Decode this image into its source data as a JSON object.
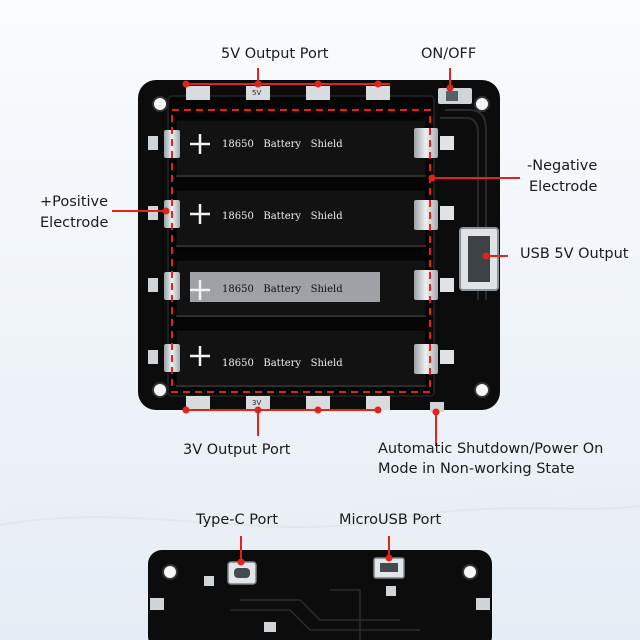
{
  "labels": {
    "output_5v": "5V Output Port",
    "on_off": "ON/OFF",
    "negative_line1": "-Negative",
    "negative_line2": "Electrode",
    "positive_line1": "+Positive",
    "positive_line2": "Electrode",
    "usb_5v": "USB 5V Output",
    "output_3v": "3V Output Port",
    "auto_line1": "Automatic Shutdown/Power On",
    "auto_line2": "Mode in Non-working State",
    "type_c": "Type-C Port",
    "micro_usb": "MicroUSB Port"
  },
  "board": {
    "cells": [
      {
        "brand": "18650",
        "word1": "Battery",
        "word2": "Shield"
      },
      {
        "brand": "18650",
        "word1": "Battery",
        "word2": "Shield"
      },
      {
        "brand": "18650",
        "word1": "Battery",
        "word2": "Shield"
      },
      {
        "brand": "18650",
        "word1": "Battery",
        "word2": "Shield"
      }
    ],
    "pin_5v": "5V",
    "pin_3v": "3V"
  },
  "colors": {
    "board": "#0c0c0d",
    "accent": "#e2231a",
    "metal": "#c9ced3"
  }
}
